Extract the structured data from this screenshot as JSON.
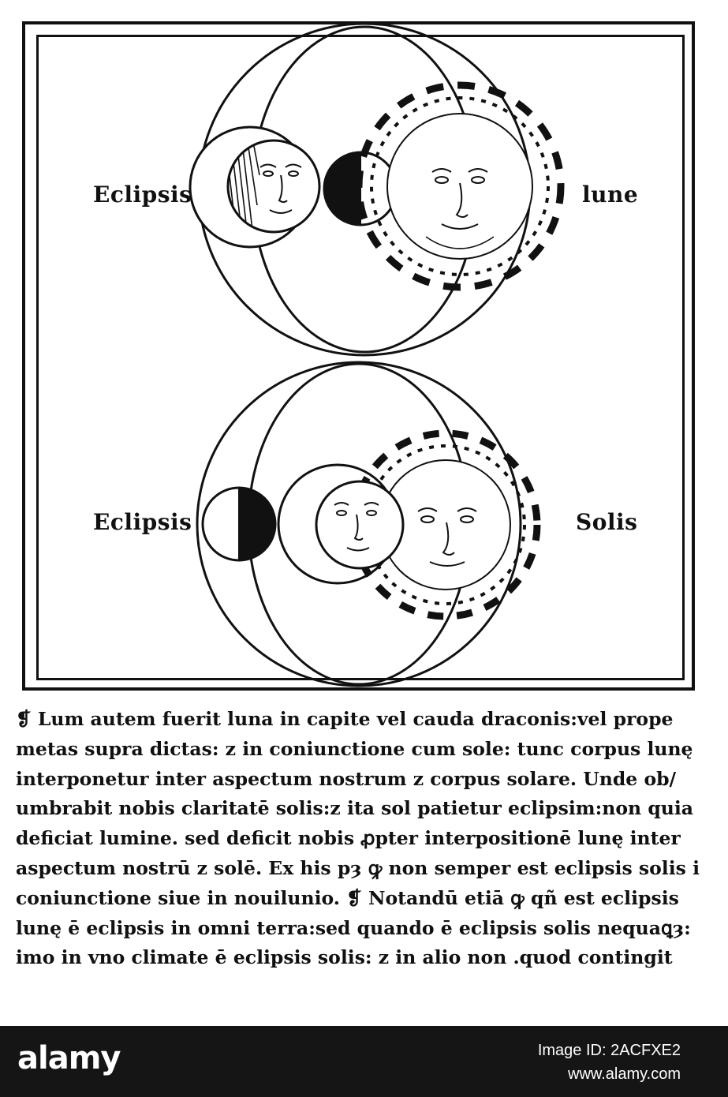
{
  "illustration": {
    "upper_labels": {
      "left": "Eclipsis",
      "right": "lune"
    },
    "lower_labels": {
      "left": "Eclipsis",
      "right": "Solis"
    }
  },
  "text_lines": [
    "❡ Lum autem fuerit luna in capite vel cauda draconis:vel prope",
    "metas supra dictas: z in coniunctione cum sole: tunc corpus lunę",
    "interponetur inter aspectum nostrum z corpus solare. Unde ob/",
    "umbrabit nobis claritatē solis:z ita sol patietur eclipsim:non quia",
    "deficiat lumine. sed deficit nobis ꝓpter interpositionē lunę inter",
    "aspectum nostrū z solē. Ex his pȝ ꝙ non semper est eclipsis solis i",
    "coniunctione siue in nouilunio. ❡ Notandū etiā ꝙ qñ est eclipsis",
    "lunę ē eclipsis in omni terra:sed quando ē eclipsis solis nequaꝗȝ:",
    "imo in vno climate ē eclipsis solis: z in alio non .quod contingit"
  ],
  "footer": {
    "brand": "alamy",
    "image_id": "Image ID: 2ACFXE2",
    "url": "www.alamy.com"
  },
  "colors": {
    "ink": "#111111",
    "paper": "#ffffff",
    "footer_bg": "#151515"
  }
}
